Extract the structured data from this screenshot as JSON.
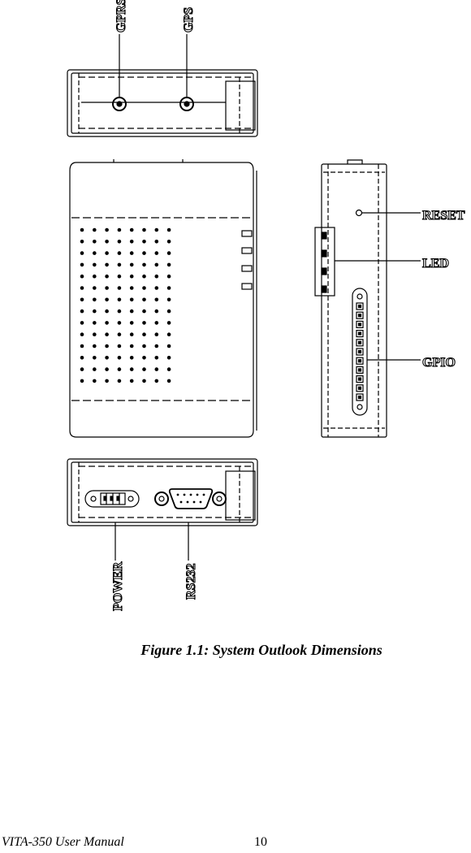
{
  "labels": {
    "gprs": "GPRS",
    "gps": "GPS",
    "reset": "RESET",
    "led": "LED",
    "gpio": "GPIO",
    "power": "POWER",
    "rs232": "RS232"
  },
  "caption": "Figure 1.1: System Outlook Dimensions",
  "footer": {
    "title": "VITA-350 User Manual",
    "page": "10"
  }
}
